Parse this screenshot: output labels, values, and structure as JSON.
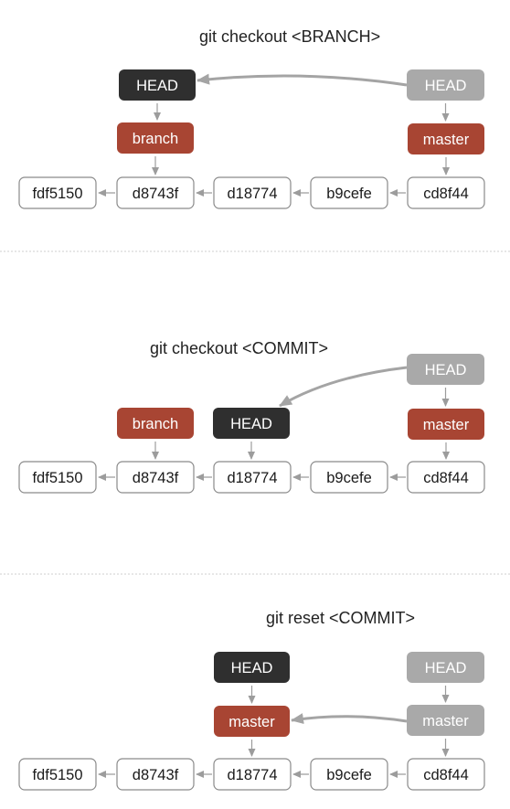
{
  "colors": {
    "head_active": "#2f2f2f",
    "head_ghost": "#a9a9a9",
    "branch_ref": "#a84533",
    "commit_border": "#8a8a8a",
    "arrow": "#9c9c9c",
    "separator": "#cfcfcf"
  },
  "panels": [
    {
      "title": "git checkout <BRANCH>",
      "commits": [
        "fdf5150",
        "d8743f",
        "d18774",
        "b9cefe",
        "cd8f44"
      ],
      "refs": [
        {
          "label": "HEAD",
          "style": "head_active"
        },
        {
          "label": "branch",
          "style": "branch_ref"
        },
        {
          "label": "HEAD",
          "style": "head_ghost"
        },
        {
          "label": "master",
          "style": "branch_ref"
        }
      ]
    },
    {
      "title": "git checkout <COMMIT>",
      "commits": [
        "fdf5150",
        "d8743f",
        "d18774",
        "b9cefe",
        "cd8f44"
      ],
      "refs": [
        {
          "label": "branch",
          "style": "branch_ref"
        },
        {
          "label": "HEAD",
          "style": "head_active"
        },
        {
          "label": "HEAD",
          "style": "head_ghost"
        },
        {
          "label": "master",
          "style": "branch_ref"
        }
      ]
    },
    {
      "title": "git reset <COMMIT>",
      "commits": [
        "fdf5150",
        "d8743f",
        "d18774",
        "b9cefe",
        "cd8f44"
      ],
      "refs": [
        {
          "label": "HEAD",
          "style": "head_active"
        },
        {
          "label": "master",
          "style": "branch_ref"
        },
        {
          "label": "HEAD",
          "style": "head_ghost"
        },
        {
          "label": "master",
          "style": "head_ghost"
        }
      ]
    }
  ]
}
